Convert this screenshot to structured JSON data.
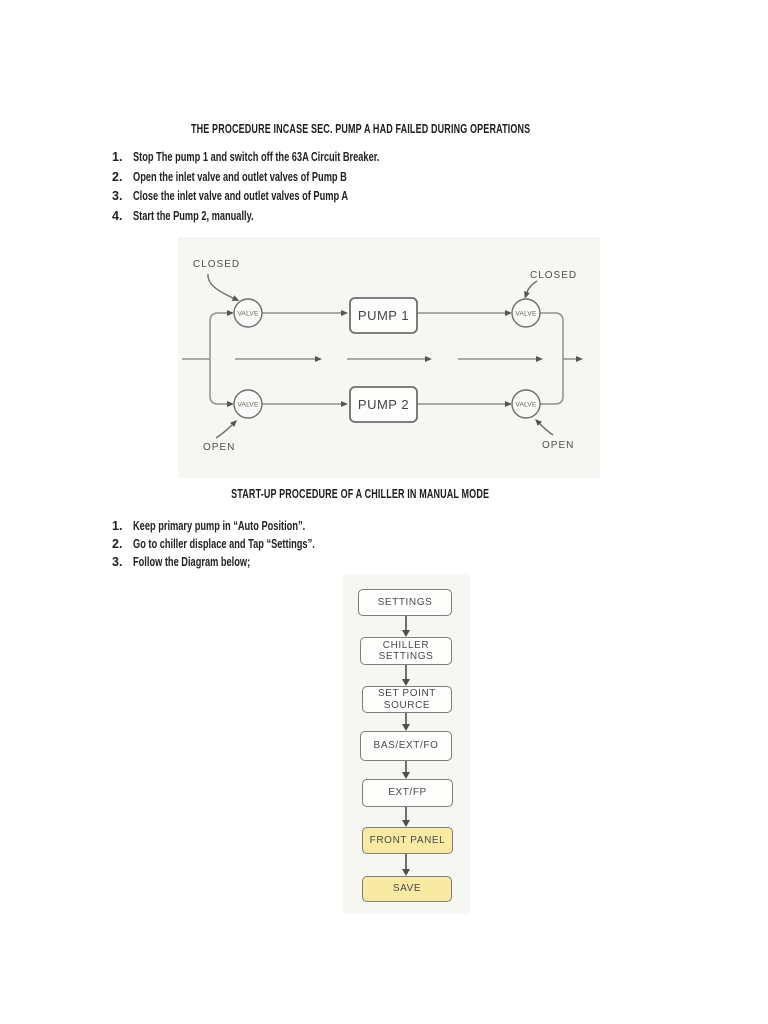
{
  "document": {
    "section1": {
      "title": "THE PROCEDURE INCASE SEC. PUMP A HAD FAILED DURING OPERATIONS",
      "steps": [
        {
          "num": "1.",
          "text": "Stop The pump 1 and switch off the 63A Circuit Breaker."
        },
        {
          "num": "2.",
          "text": "Open the inlet valve and outlet valves of Pump B"
        },
        {
          "num": "3.",
          "text": "Close the inlet valve and outlet valves of Pump A"
        },
        {
          "num": "4.",
          "text": "Start the Pump 2, manually."
        }
      ]
    },
    "pump_diagram": {
      "labels": {
        "valve": "VALVE",
        "pump1": "PUMP 1",
        "pump2": "PUMP 2",
        "top_left_state": "CLOSED",
        "top_right_state": "CLOSED",
        "bottom_left_state": "OPEN",
        "bottom_right_state": "OPEN"
      }
    },
    "section2": {
      "title": "START-UP PROCEDURE OF A CHILLER IN MANUAL MODE",
      "steps": [
        {
          "num": "1.",
          "text": "Keep primary pump in “Auto Position”."
        },
        {
          "num": "2.",
          "text": "Go to chiller displace and Tap “Settings”."
        },
        {
          "num": "3.",
          "text": "Follow the Diagram below;"
        }
      ]
    },
    "flowchart": {
      "nodes": [
        {
          "label": "SETTINGS",
          "highlighted": false
        },
        {
          "label": "CHILLER SETTINGS",
          "highlighted": false
        },
        {
          "label": "SET POINT SOURCE",
          "highlighted": false
        },
        {
          "label": "BAS/EXT/FO",
          "highlighted": false
        },
        {
          "label": "EXT/FP",
          "highlighted": false
        },
        {
          "label": "FRONT PANEL",
          "highlighted": true
        },
        {
          "label": "SAVE",
          "highlighted": true
        }
      ]
    },
    "colors": {
      "highlight_yellow": "#f8e9a3",
      "diagram_line_gray": "#8f8f8f"
    }
  }
}
